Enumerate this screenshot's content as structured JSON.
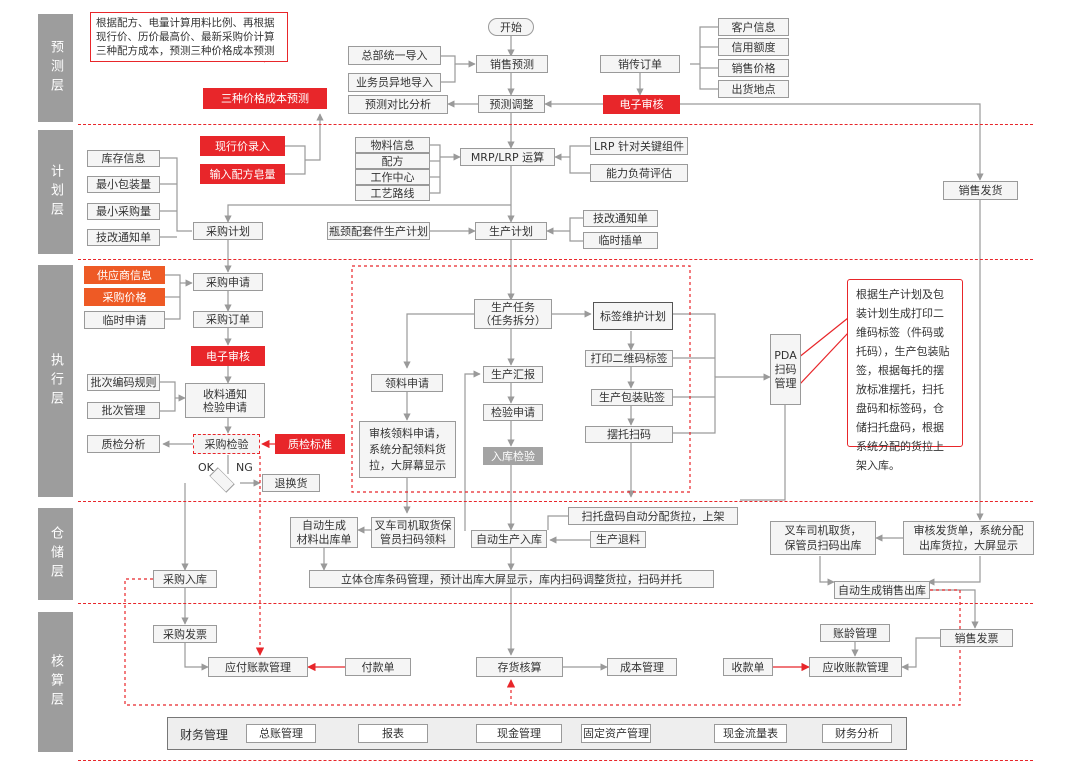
{
  "layers": {
    "forecast": "预测层",
    "plan": "计划层",
    "execute": "执行层",
    "warehouse": "仓储层",
    "accounting": "核算层"
  },
  "forecast": {
    "note": "根据配方、电量计算用料比例、再根据现行价、历价最高价、最新采购价计算三种配方成本，预测三种价格成本预测",
    "three_price": "三种价格成本预测",
    "hq_import": "总部统一导入",
    "remote_import": "业务员异地导入",
    "compare": "预测对比分析",
    "start": "开始",
    "sales_forecast": "销售预测",
    "forecast_adjust": "预测调整",
    "sales_order": "销传订单",
    "e_review": "电子审核",
    "customer_info": "客户信息",
    "credit": "信用额度",
    "sales_price": "销售价格",
    "ship_place": "出货地点"
  },
  "plan": {
    "current_price": "现行价录入",
    "formula_entry": "输入配方皂量",
    "material_info": "物料信息",
    "formula": "配方",
    "work_center": "工作中心",
    "route": "工艺路线",
    "mrp": "MRP/LRP 运算",
    "lrp_key": "LRP 针对关键组件",
    "capacity": "能力负荷评估",
    "stock_info": "库存信息",
    "min_pack": "最小包装量",
    "min_purchase": "最小采购量",
    "tech_change": "技改通知单",
    "purchase_plan": "采购计划",
    "bottleneck": "瓶颈配套件生产计划",
    "production_plan": "生产计划",
    "tech_change2": "技改通知单",
    "temp_insert": "临时插单",
    "sales_ship": "销售发货"
  },
  "execute": {
    "supplier_info": "供应商信息",
    "purchase_price": "采购价格",
    "temp_request": "临时申请",
    "purchase_request": "采购申请",
    "purchase_order": "采购订单",
    "e_review": "电子审核",
    "batch_rule": "批次编码规则",
    "batch_manage": "批次管理",
    "receive_notice": "收料通知\n检验申请",
    "qc_analysis": "质检分析",
    "purchase_inspect": "采购检验",
    "qc_standard": "质检标准",
    "ok": "OK",
    "ng": "NG",
    "return": "退换货",
    "prod_task": "生产任务\n（任务拆分）",
    "label_plan": "标签维护计划",
    "print_qr": "打印二维码标签",
    "pack_label": "生产包装贴签",
    "pallet_scan": "摆托扫码",
    "material_request": "领料申请",
    "prod_report": "生产汇报",
    "inspect_request": "检验申请",
    "store_inspect": "入库检验",
    "review_request": "审核领料申请，系统分配领料货拉，大屏幕显示",
    "pda": "PDA\n扫码\n管理",
    "pda_note": "根据生产计划及包装计划生成打印二维码标签（件码或托码），生产包装贴签，根据每托的摆放标准摆托，扫托盘码和标签码，仓储扫托盘码，根据系统分配的货拉上架入库。"
  },
  "warehouse": {
    "auto_out": "自动生成\n材料出库单",
    "forklift_pick": "叉车司机取货保管员扫码领料",
    "auto_in": "自动生产入库",
    "pallet_shelf": "扫托盘码自动分配货拉，上架",
    "prod_return": "生产退料",
    "purchase_in": "采购入库",
    "stereo": "立体仓库条码管理，预计出库大屏显示，库内扫码调整货拉，扫码并托",
    "forklift_out": "叉车司机取货，\n保管员扫码出库",
    "review_ship": "审核发货单，系统分配\n出库货拉，大屏显示",
    "auto_sales_out": "自动生成销售出库"
  },
  "accounting": {
    "purchase_invoice": "采购发票",
    "payable": "应付账款管理",
    "payment": "付款单",
    "stock_account": "存货核算",
    "cost": "成本管理",
    "receipt": "收款单",
    "receivable": "应收账款管理",
    "aging": "账龄管理",
    "sales_invoice": "销售发票"
  },
  "finance": {
    "title": "财务管理",
    "items": [
      "总账管理",
      "报表",
      "现金管理",
      "固定资产管理",
      "现金流量表",
      "财务分析"
    ]
  },
  "colors": {
    "accent_red": "#e8262a",
    "orange": "#ee5a25",
    "layer_gray": "#9d9d9d",
    "line_gray": "#9a9a9a"
  }
}
